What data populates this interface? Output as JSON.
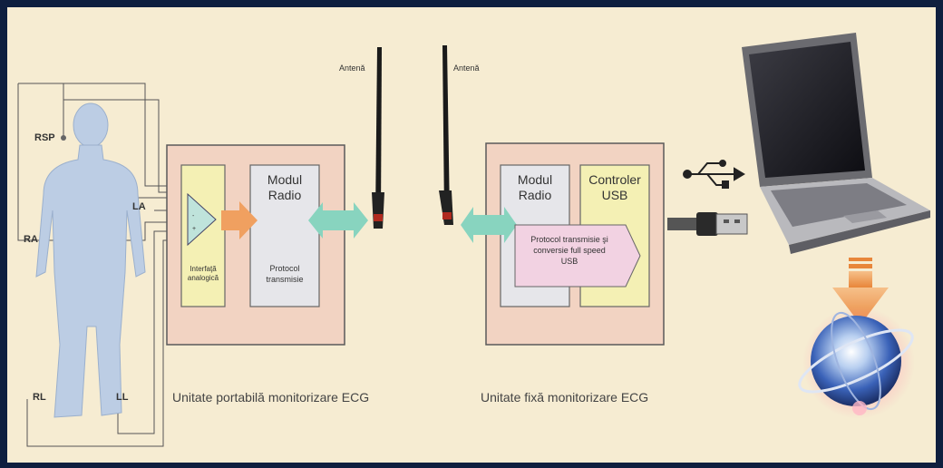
{
  "diagram": {
    "leads": {
      "rsp": "RSP",
      "la": "LA",
      "ra": "RA",
      "rl": "RL",
      "ll": "LL"
    },
    "antenna_left": "Antenă",
    "antenna_right": "Antenă",
    "portable_unit": {
      "analog_interface": "Interfaţă analogică",
      "radio_module": "Modul Radio",
      "protocol": "Protocol transmisie",
      "caption": "Unitate portabilă monitorizare ECG"
    },
    "fixed_unit": {
      "radio_module": "Modul Radio",
      "usb_controller": "Controler USB",
      "protocol_conversion": "Protocol transmisie şi conversie full speed USB",
      "caption": "Unitate fixă monitorizare ECG"
    },
    "colors": {
      "frame": "#0f1f3f",
      "background": "#f6ecd2",
      "unit_fill": "#f2d3c2",
      "interface_fill": "#f4f0b4",
      "module_fill": "#e6e6ea",
      "protocol_fill": "#f2d2e2",
      "arrow_orange": "#f0a060",
      "arrow_teal": "#88d4bf",
      "body": "#bccde4"
    }
  }
}
